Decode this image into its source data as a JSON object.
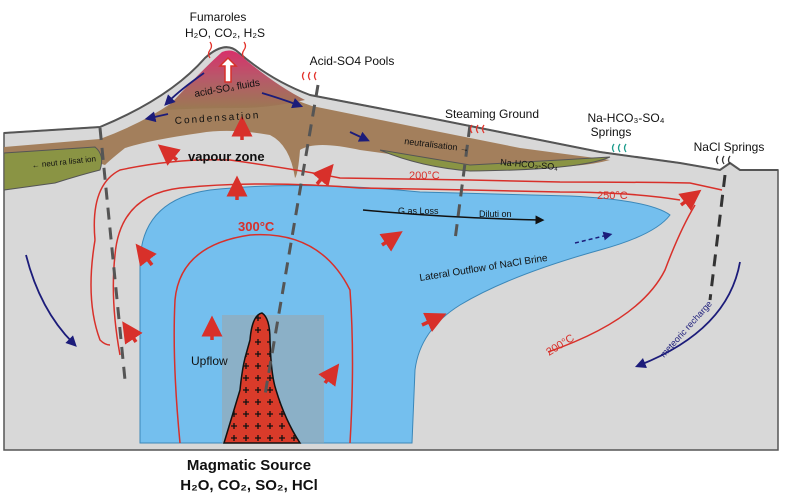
{
  "colors": {
    "ground": "#d8d8d8",
    "outline": "#555555",
    "upper_zone": "#a07a55",
    "summit": "#d23a6a",
    "acid_sulfate_layer": "#8a9444",
    "brine": "#74bfee",
    "isotherm": "#d8302a",
    "magma": "#d93b2a",
    "arrow_red": "#d8302a",
    "arrow_blue": "#1c1c7a",
    "fault": "#555555"
  },
  "icons": [
    "steam-wisp-icon",
    "flow-arrow-icon",
    "fault-line-icon"
  ],
  "labels": {
    "fumaroles": "Fumaroles",
    "fumarole_gases": "H₂O, CO₂, H₂S",
    "acid_so4_pools": "Acid-SO4 Pools",
    "steaming_ground": "Steaming Ground",
    "na_hco3_so4_springs_1": "Na-HCO₃-SO₄",
    "na_hco3_so4_springs_2": "Springs",
    "nacl_springs": "NaCl Springs",
    "acid_so4_fluids": "acid-SO₄ fluids",
    "condensation": "Condensation",
    "vapour_zone": "vapour zone",
    "neutralisation_left": "← neut ra lisat ion",
    "neutralisation_right": "neutralisation →",
    "na_hco3_so4_layer": "Na-HCO₃-SO₄",
    "isotherm_200_upper": "200°C",
    "isotherm_250": "250°C",
    "isotherm_300": "300°C",
    "isotherm_200_right": "200°C",
    "gas_loss": "G as Loss",
    "dilution": "Diluti on",
    "lateral_outflow": "Lateral Outflow of NaCl Brine",
    "meteoric_recharge": "meteoric recharge",
    "upflow": "Upflow",
    "magmatic_source_title": "Magmatic Source",
    "magmatic_source_gases": "H₂O, CO₂, SO₂, HCl"
  }
}
